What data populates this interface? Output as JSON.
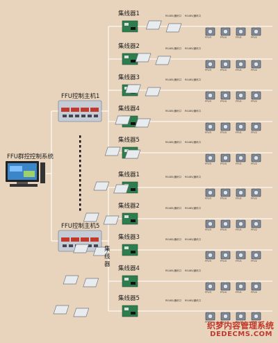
{
  "system_label": "FFU群控控制系统",
  "hosts": [
    {
      "label": "FFU控制主机1"
    },
    {
      "label": "FFU控制主机5"
    }
  ],
  "vertical_label": "集线器",
  "concentrators": [
    "集线器1",
    "集线器2",
    "集线器3",
    "集线器4",
    "集线器5",
    "集线器1",
    "集线器2",
    "集线器3",
    "集线器4",
    "集线器5"
  ],
  "converter_label": "RS485/通讯口",
  "ffu_labels": [
    "FFU3",
    "FFU4",
    "FFU1",
    "FFU2"
  ],
  "watermark": {
    "line1": "织梦内容管理系统",
    "line2": "DEDECMS.COM"
  },
  "colors": {
    "line": "#ffffff",
    "background": "#e8d4bd",
    "board": "#2e7d4f",
    "host": "#c6ccd6",
    "watermark": "#c0392b"
  }
}
